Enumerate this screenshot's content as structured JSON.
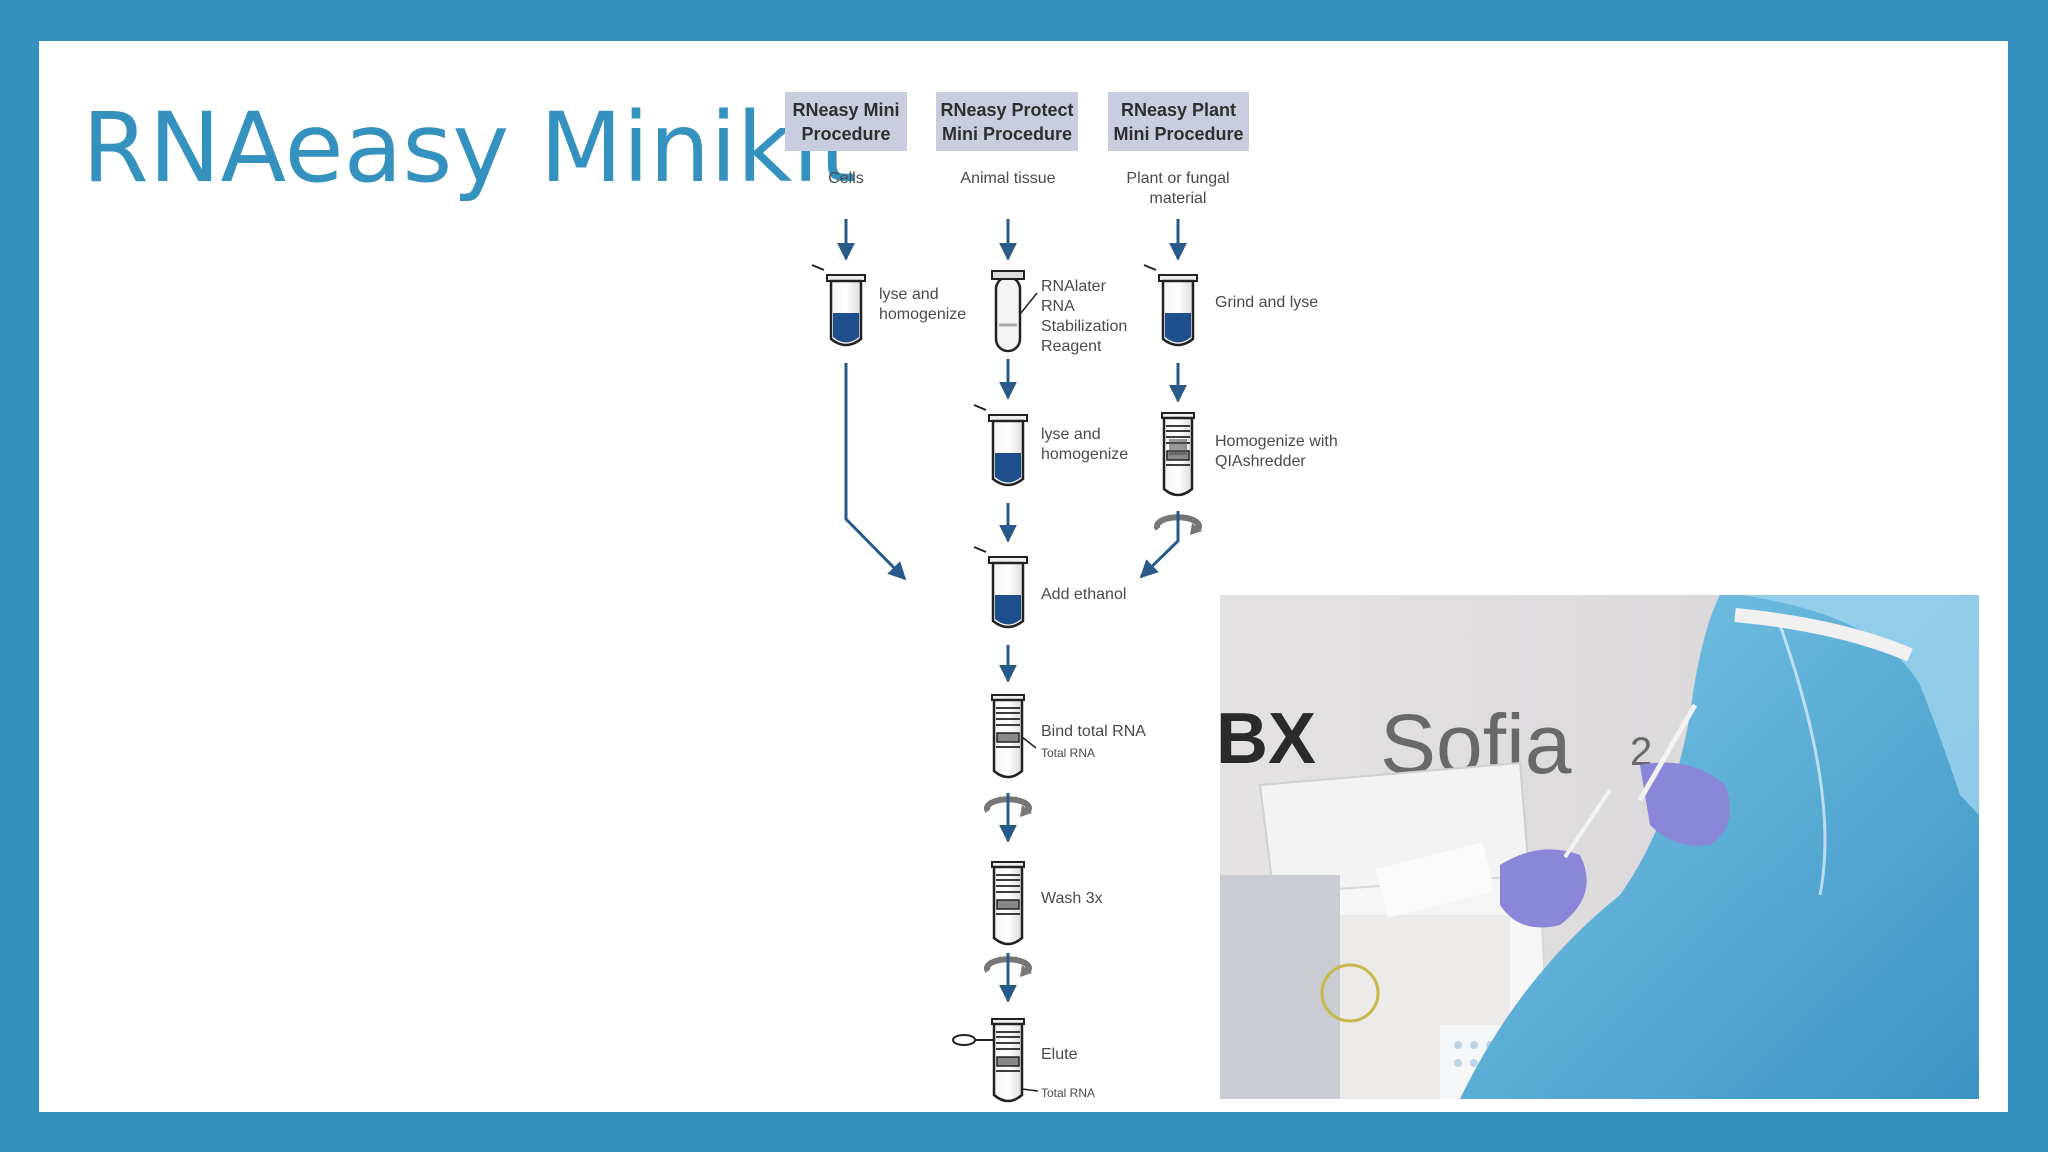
{
  "slide": {
    "title": "RNAeasy Minikit",
    "colors": {
      "frame": "#3592be",
      "title": "#3592be",
      "header_fill": "#c9cde0",
      "arrow": "#2a5a8a",
      "liquid": "#1f4e8c"
    }
  },
  "diagram": {
    "headers": [
      {
        "line1": "RNeasy Mini",
        "line2": "Procedure"
      },
      {
        "line1": "RNeasy Protect",
        "line2": "Mini Procedure"
      },
      {
        "line1": "RNeasy Plant",
        "line2": "Mini Procedure"
      }
    ],
    "sources": {
      "cells": "Cells",
      "tissue": "Animal tissue",
      "plant_line1": "Plant or fungal",
      "plant_line2": "material"
    },
    "steps": {
      "mini_lyse": [
        "lyse and",
        "homogenize"
      ],
      "rnalater": [
        "RNAlater",
        "RNA",
        "Stabilization",
        "Reagent"
      ],
      "grind": "Grind and lyse",
      "protect_lyse": [
        "lyse and",
        "homogenize"
      ],
      "shredder": [
        "Homogenize with",
        "QIAshredder"
      ],
      "ethanol": "Add ethanol",
      "bind": "Bind total RNA",
      "bind_sub": "Total RNA",
      "wash": "Wash 3x",
      "elute": "Elute",
      "elute_sub": "Total RNA"
    }
  },
  "photo": {
    "sign_left": "BX",
    "sign_right": "Sofia",
    "sign_sup": "2"
  }
}
